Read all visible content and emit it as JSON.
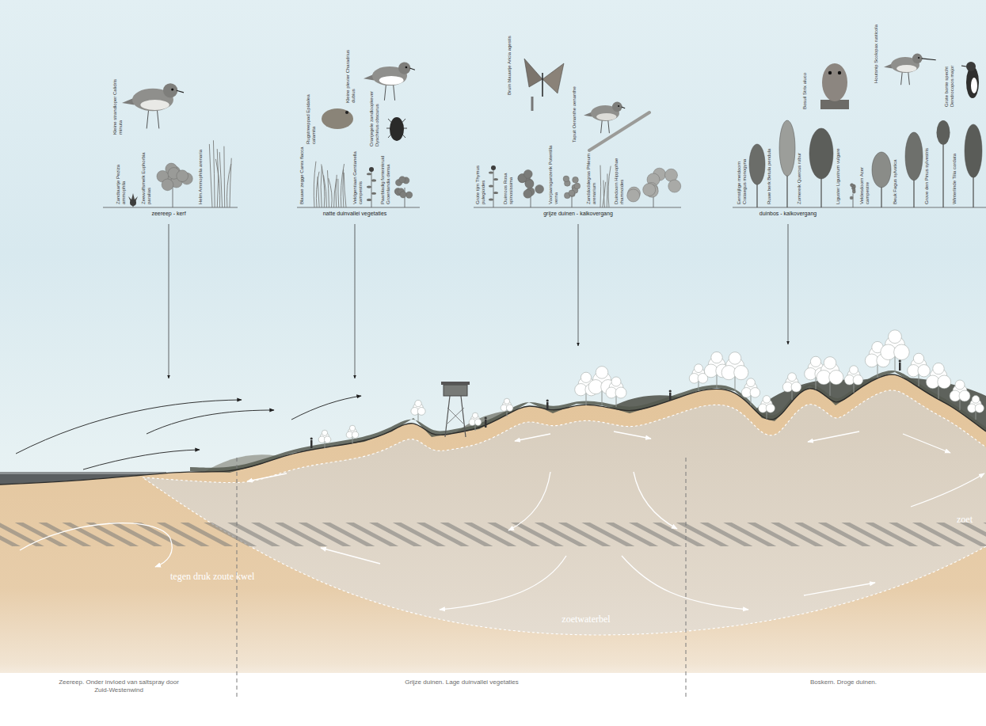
{
  "diagram": {
    "labels": [
      "Kleine strandloper Calidris minuta",
      "Zandtaartje Peziza ammophila",
      "Zeewolfsmelk Euphorbia paralias",
      "Helm Ammophila arenaria",
      "zeereep - kerf",
      "Rugstreeppad Epidalea calamita",
      "Kleine plevier Charadrius dubius",
      "Oranjegele zandloopkever Dyschirius obscurus",
      "Blauwe zegge Carex flacca",
      "Veldgentiaan Gentianella campestris",
      "Paarbladig fonteinkruid Groenlandia densa",
      "natte duinvallei vegetaties",
      "Bruin blauwtje Aricia agestis",
      "Tapuit Oenanthe oenanthe",
      "Grote tijm Thymus pulegioides",
      "Duinroos Rosa spinosissima",
      "Voorjaarsganzerik Potentilla verna",
      "Zanddoddegras Phleum arenarium",
      "Duindoorn Hippophae rhamnoides",
      "grijze duinen - kalkovergang",
      "Bosuil Strix aluco",
      "Houtsnip Scolopax rusticola",
      "Grote bonte specht Dendrocopos major",
      "Eenstijlige meidoorn Crataegus monogyna",
      "Ruwe berk Betula pendula",
      "Zomereik Quercus robur",
      "Liguster Ligustrum vulgare",
      "Veldesdoorn Acer campestre",
      "Beuk Fagus sylvatica",
      "Grove den Pinus sylvestris",
      "Winterlinde Tilia cordata",
      "duinbos - kalkovergang",
      "tegen druk zoute kwel",
      "zoetwaterbel",
      "zoet",
      "Zeereep. Onder invloed van saltspray door Zuid-Westenwind",
      "Grijze duinen. Lage duinvallei vegetaties",
      "Boskern. Droge duinen."
    ]
  }
}
